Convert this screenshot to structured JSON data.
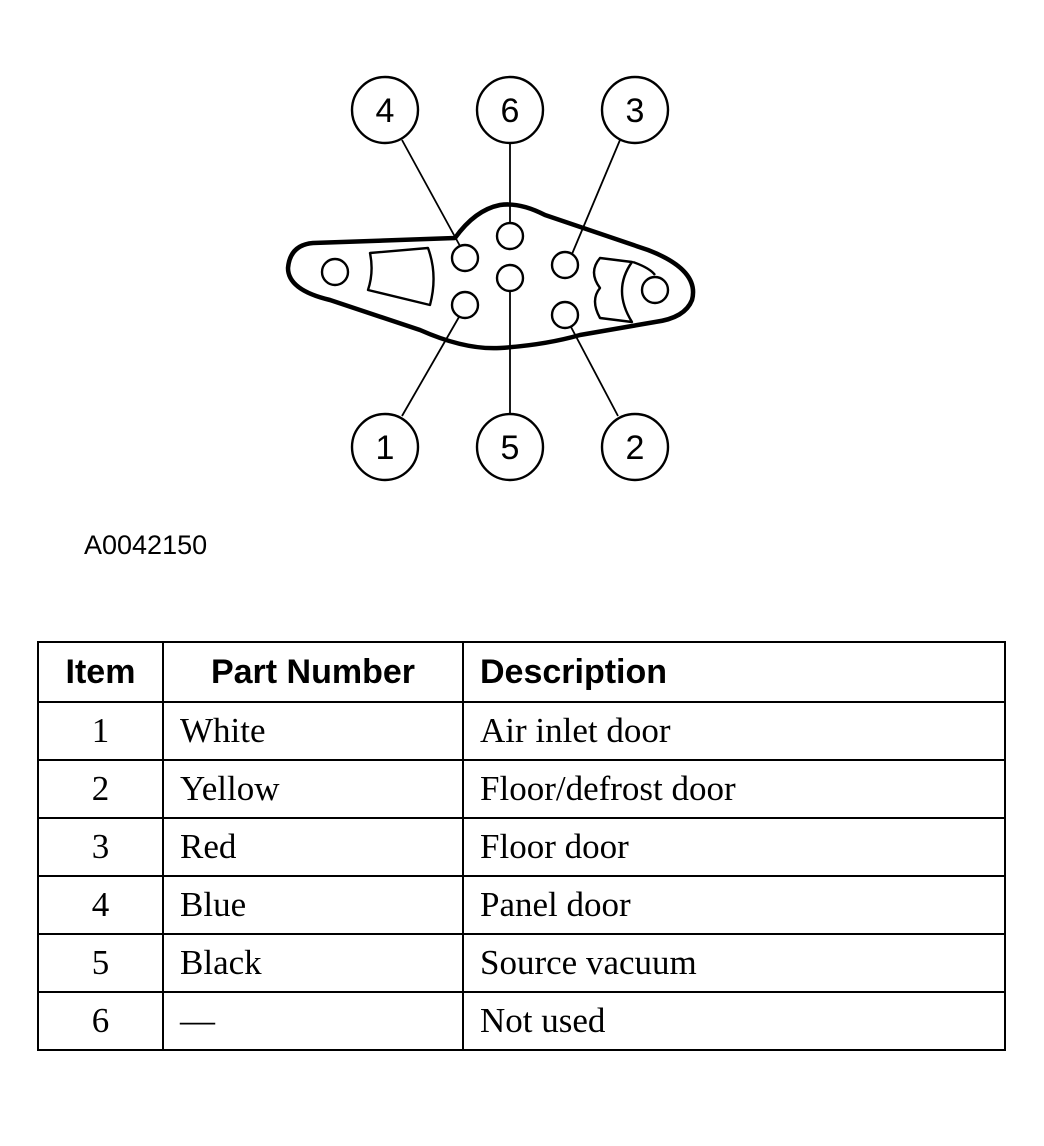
{
  "diagram": {
    "callouts": [
      {
        "label": "4"
      },
      {
        "label": "6"
      },
      {
        "label": "3"
      },
      {
        "label": "1"
      },
      {
        "label": "5"
      },
      {
        "label": "2"
      }
    ]
  },
  "figure_id": "A0042150",
  "table": {
    "headers": [
      "Item",
      "Part Number",
      "Description"
    ],
    "rows": [
      [
        "1",
        "White",
        "Air inlet door"
      ],
      [
        "2",
        "Yellow",
        "Floor/defrost door"
      ],
      [
        "3",
        "Red",
        "Floor door"
      ],
      [
        "4",
        "Blue",
        "Panel door"
      ],
      [
        "5",
        "Black",
        "Source vacuum"
      ],
      [
        "6",
        "—",
        "Not used"
      ]
    ]
  }
}
